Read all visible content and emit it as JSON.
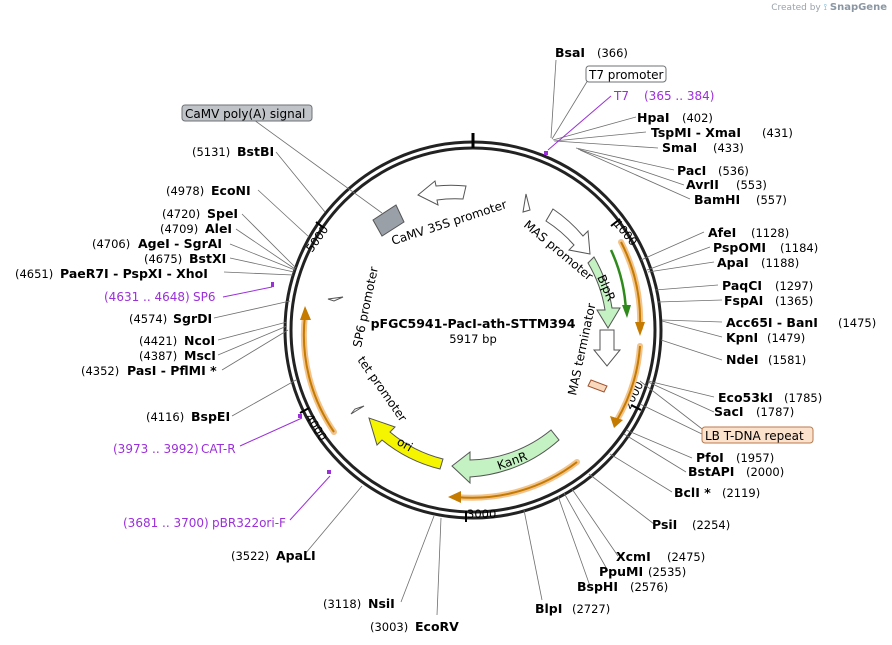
{
  "credit": {
    "prefix": "Created by",
    "brand": "SnapGene"
  },
  "map": {
    "name": "pFGC5941-PacI-ath-STTM394",
    "size_label": "5917 bp",
    "length_bp": 5917
  },
  "ticks": [
    {
      "bp": 1000,
      "label": "1000"
    },
    {
      "bp": 2000,
      "label": "2000"
    },
    {
      "bp": 3000,
      "label": "3000"
    },
    {
      "bp": 4000,
      "label": "4000"
    },
    {
      "bp": 5000,
      "label": "5000"
    }
  ],
  "features": [
    {
      "name": "CaMV 35S promoter",
      "label": "CaMV 35S promoter",
      "start": 5200,
      "end": 5550,
      "kind": "promoter-arrow"
    },
    {
      "name": "MAS promoter",
      "label": "MAS promoter",
      "start": 700,
      "end": 1000,
      "kind": "promoter-arrow"
    },
    {
      "name": "BlpR",
      "label": "BlpR",
      "start": 1050,
      "end": 1600,
      "kind": "gene",
      "color": "#c4f2c2"
    },
    {
      "name": "MAS terminator",
      "label": "MAS terminator",
      "start": 1650,
      "end": 1850,
      "kind": "terminator"
    },
    {
      "name": "KanR",
      "label": "KanR",
      "start": 2350,
      "end": 2900,
      "kind": "gene",
      "color": "#c4f2c2"
    },
    {
      "name": "ori",
      "label": "ori",
      "start": 3350,
      "end": 3850,
      "kind": "gene",
      "color": "#f5f500"
    },
    {
      "name": "tet promoter",
      "label": "tet promoter",
      "start": 4000,
      "end": 4050,
      "kind": "small-promoter"
    },
    {
      "name": "SP6 promoter",
      "label": "SP6 promoter",
      "start": 4620,
      "end": 4660,
      "kind": "small-promoter"
    }
  ],
  "outer_arrows": [
    {
      "start": 1000,
      "end": 1560,
      "has_green": true
    },
    {
      "start": 1620,
      "end": 2100,
      "has_green": false
    },
    {
      "start": 2300,
      "end": 3060,
      "has_green": false
    },
    {
      "start": 3920,
      "end": 4560,
      "has_green": false
    }
  ],
  "boxed_features": [
    {
      "label": "CaMV poly(A) signal",
      "style": "gray"
    },
    {
      "label": "T7 promoter",
      "style": "white"
    },
    {
      "label": "LB T-DNA repeat",
      "style": "peach"
    }
  ],
  "sites": {
    "right": [
      {
        "name": "BsaI",
        "pos": "(366)"
      },
      {
        "name": "HpaI",
        "pos": "(402)"
      },
      {
        "name": "TspMI - XmaI",
        "pos": "(431)"
      },
      {
        "name": "SmaI",
        "pos": "(433)"
      },
      {
        "name": "PacI",
        "pos": "(536)"
      },
      {
        "name": "AvrII",
        "pos": "(553)"
      },
      {
        "name": "BamHI",
        "pos": "(557)"
      },
      {
        "name": "AfeI",
        "pos": "(1128)"
      },
      {
        "name": "PspOMI",
        "pos": "(1184)"
      },
      {
        "name": "ApaI",
        "pos": "(1188)"
      },
      {
        "name": "PaqCI",
        "pos": "(1297)"
      },
      {
        "name": "FspAI",
        "pos": "(1365)"
      },
      {
        "name": "Acc65I - BanI",
        "pos": "(1475)"
      },
      {
        "name": "KpnI",
        "pos": "(1479)"
      },
      {
        "name": "NdeI",
        "pos": "(1581)"
      },
      {
        "name": "Eco53kI",
        "pos": "(1785)"
      },
      {
        "name": "SacI",
        "pos": "(1787)"
      },
      {
        "name": "PfoI",
        "pos": "(1957)"
      },
      {
        "name": "BstAPI",
        "pos": "(2000)"
      },
      {
        "name": "BclI *",
        "pos": "(2119)"
      },
      {
        "name": "PsiI",
        "pos": "(2254)"
      },
      {
        "name": "XcmI",
        "pos": "(2475)"
      },
      {
        "name": "PpuMI",
        "pos": "(2535)"
      },
      {
        "name": "BspHI",
        "pos": "(2576)"
      },
      {
        "name": "BlpI",
        "pos": "(2727)"
      }
    ],
    "left": [
      {
        "name": "EcoRV",
        "pos": "(3003)"
      },
      {
        "name": "NsiI",
        "pos": "(3118)"
      },
      {
        "name": "ApaLI",
        "pos": "(3522)"
      },
      {
        "name": "BspEI",
        "pos": "(4116)"
      },
      {
        "name": "PasI - PflMI *",
        "pos": "(4352)"
      },
      {
        "name": "MscI",
        "pos": "(4387)"
      },
      {
        "name": "NcoI",
        "pos": "(4421)"
      },
      {
        "name": "SgrDI",
        "pos": "(4574)"
      },
      {
        "name": "PaeR7I - PspXI - XhoI",
        "pos": "(4651)"
      },
      {
        "name": "BstXI",
        "pos": "(4675)"
      },
      {
        "name": "AgeI - SgrAI",
        "pos": "(4706)"
      },
      {
        "name": "AleI",
        "pos": "(4709)"
      },
      {
        "name": "SpeI",
        "pos": "(4720)"
      },
      {
        "name": "EcoNI",
        "pos": "(4978)"
      },
      {
        "name": "BstBI",
        "pos": "(5131)"
      }
    ]
  },
  "primers": [
    {
      "name": "T7",
      "range": "(365 .. 384)"
    },
    {
      "name": "SP6",
      "range": "(4631 .. 4648)"
    },
    {
      "name": "CAT-R",
      "range": "(3973 .. 3992)"
    },
    {
      "name": "pBR322ori-F",
      "range": "(3681 .. 3700)"
    }
  ]
}
